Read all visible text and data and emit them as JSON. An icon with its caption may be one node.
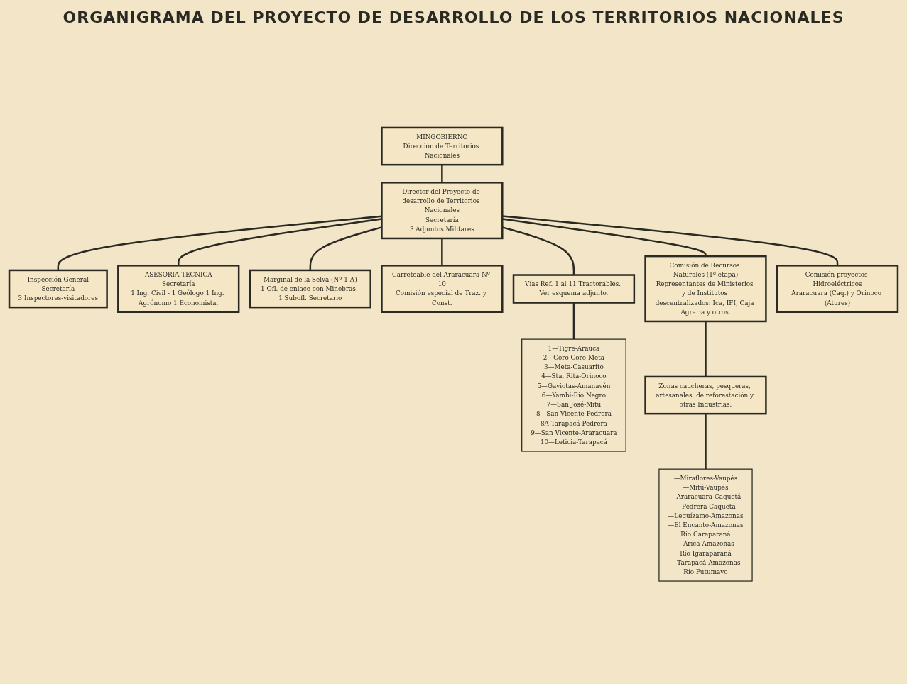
{
  "diagram": {
    "title": "ORGANIGRAMA DEL PROYECTO DE DESARROLLO DE LOS TERRITORIOS NACIONALES",
    "nodes": [
      {
        "text": [
          "MINGOBIERNO",
          "Dirección de Territorios Nacionales"
        ]
      },
      {
        "text": [
          "Inspección General",
          "Secretaría",
          "3 Inspectores-visitadores"
        ]
      },
      {
        "text": [
          "Director del Proyecto de desarrollo de Territorios Nacionales",
          "Secretaría",
          "3 Adjuntos Militares"
        ]
      },
      {
        "text": [
          "ASESORIA TECNICA",
          "Secretaría",
          "1 Ing. Civil - 1 Geólogo 1 Ing. Agrónomo 1 Economista."
        ]
      },
      {
        "text": [
          "Marginal de la Selva (Nº 1-A)",
          "1 Ofl. de enlace con Minobras. 1 Subofl. Secretario"
        ]
      },
      {
        "text": [
          "Carreteable del Araracuara Nº 10",
          "Comisión especial de Traz. y Const."
        ]
      },
      {
        "text": [
          "Vías Ref. 1 al 11 Tractorables. Ver esquema adjunto."
        ]
      },
      {
        "text": [
          "Comisión de Recursos Naturales (1ª etapa)",
          "Representantes de Ministerios y de Institutos descentralizados: Ica, IFI, Caja Agraria y otros."
        ]
      },
      {
        "text": [
          "Comisión proyectos Hidroeléctricos",
          "Araracuara (Caq.) y Orinoco (Atures)"
        ]
      },
      {
        "text": [
          "1—Tigre-Arauca",
          "2—Coro Coro-Meta",
          "3—Meta-Casuarito",
          "4—Sta. Rita-Orinoco",
          "5—Gaviotas-Amanavén",
          "6—Yambí-Río Negro",
          "7—San José-Mitú",
          "8—San Vicente-Pedrera",
          "8A-Tarapacá-Pedrera",
          "9—San Vicente-Araracuara",
          "10—Leticia-Tarapacá"
        ]
      },
      {
        "text": [
          "Zonas caucheras, pesqueras, artesanales, de reforestación y otras Industrias."
        ]
      },
      {
        "text": [
          "—Miraflores-Vaupés",
          "—Mitú-Vaupés",
          "—Araracuara-Caquetá",
          "—Pedrera-Caquetá",
          "—Leguízamo-Amazonas",
          "—El Encanto-Amazonas",
          "Río Caraparaná",
          "—Arica-Amazonas",
          "Río Igaraparaná",
          "—Tarapacá-Amazonas",
          "Río Putumayo"
        ]
      }
    ],
    "edges": [
      {
        "from": 0,
        "to": 2,
        "arrow": "none"
      },
      {
        "from": 2,
        "to": 1,
        "arrow": "none"
      },
      {
        "from": 2,
        "to": 3,
        "arrow": "none"
      },
      {
        "from": 2,
        "to": 4,
        "arrow": "none"
      },
      {
        "from": 2,
        "to": 5,
        "arrow": "none"
      },
      {
        "from": 2,
        "to": 6,
        "arrow": "none"
      },
      {
        "from": 2,
        "to": 7,
        "arrow": "none"
      },
      {
        "from": 2,
        "to": 8,
        "arrow": "none"
      },
      {
        "from": 6,
        "to": 9,
        "arrow": "none"
      },
      {
        "from": 7,
        "to": 10,
        "arrow": "none"
      },
      {
        "from": 10,
        "to": 11,
        "arrow": "none"
      }
    ]
  }
}
